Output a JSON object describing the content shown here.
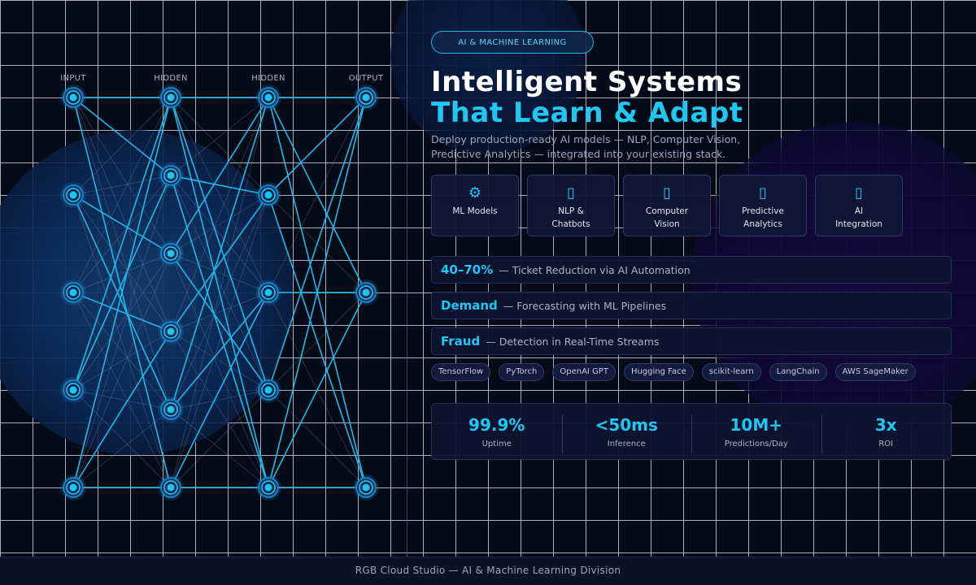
{
  "network": {
    "layer_labels": [
      "INPUT",
      "HIDDEN",
      "HIDDEN",
      "OUTPUT"
    ]
  },
  "hero": {
    "badge": "AI & MACHINE LEARNING",
    "title_line1": "Intelligent Systems",
    "title_line2": "That Learn & Adapt",
    "description": "Deploy production-ready AI models — NLP, Computer Vision, Predictive Analytics — integrated into your existing stack."
  },
  "features": [
    {
      "icon": "gear-icon",
      "glyph": "⚙",
      "label": "ML Models"
    },
    {
      "icon": "chat-icon",
      "glyph": "▯",
      "label": "NLP &\nChatbots"
    },
    {
      "icon": "eye-icon",
      "glyph": "▯",
      "label": "Computer\nVision"
    },
    {
      "icon": "chart-icon",
      "glyph": "▯",
      "label": "Predictive\nAnalytics"
    },
    {
      "icon": "link-icon",
      "glyph": "▯",
      "label": "AI\nIntegration"
    }
  ],
  "highlights": [
    {
      "value": "40–70%",
      "text": "— Ticket Reduction via AI Automation"
    },
    {
      "value": "Demand",
      "text": "— Forecasting with ML Pipelines"
    },
    {
      "value": "Fraud",
      "text": "— Detection in Real-Time Streams"
    }
  ],
  "tags": [
    "TensorFlow",
    "PyTorch",
    "OpenAI GPT",
    "Hugging Face",
    "scikit-learn",
    "LangChain",
    "AWS SageMaker"
  ],
  "metrics": [
    {
      "value": "99.9%",
      "label": "Uptime"
    },
    {
      "value": "<50ms",
      "label": "Inference"
    },
    {
      "value": "10M+",
      "label": "Predictions/Day"
    },
    {
      "value": "3x",
      "label": "ROI"
    }
  ],
  "footer": {
    "text": "RGB Cloud Studio  —  AI & Machine Learning Division"
  },
  "colors": {
    "accent": "#1ec8f2",
    "background": "#050a18",
    "node_core": "#1ec8f2",
    "node_ring": "#0e3b6a"
  }
}
